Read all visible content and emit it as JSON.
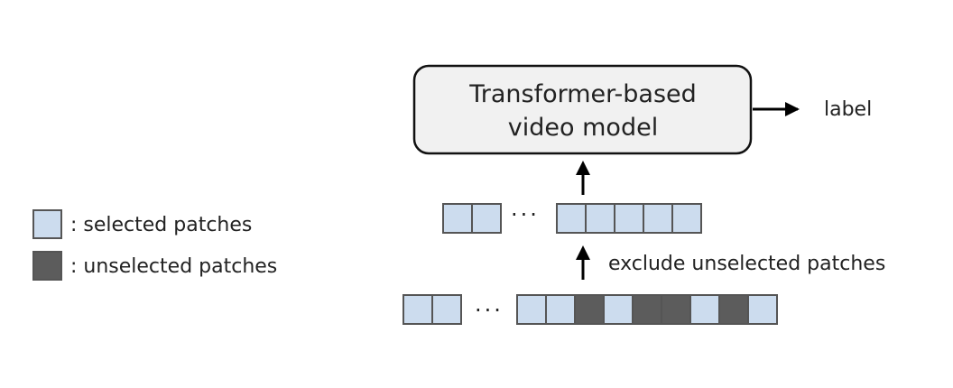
{
  "model": {
    "line1": "Transformer-based",
    "line2": "video model",
    "output_label": "label"
  },
  "ellipsis": "···",
  "exclude_label": "exclude unselected patches",
  "legend": {
    "selected": ": selected patches",
    "unselected": ": unselected patches"
  },
  "colors": {
    "selected_patch": "#ccdcee",
    "unselected_patch": "#5c5c5c",
    "patch_border": "#555555",
    "model_box_fill": "#f1f1f1",
    "line_color": "#000000"
  },
  "rows": {
    "top": {
      "left_group": [
        "selected",
        "selected"
      ],
      "right_group": [
        "selected",
        "selected",
        "selected",
        "selected",
        "selected"
      ]
    },
    "bottom": {
      "left_group": [
        "selected",
        "selected"
      ],
      "right_group": [
        "selected",
        "selected",
        "unselected",
        "selected",
        "unselected",
        "unselected",
        "selected",
        "unselected",
        "selected"
      ]
    }
  }
}
